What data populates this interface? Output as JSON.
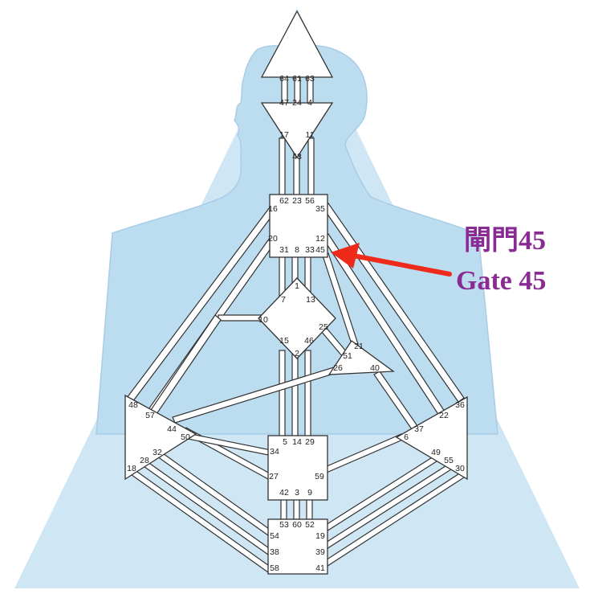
{
  "colors": {
    "background_triangle": "#cfe6f4",
    "silhouette": "#bcdcef",
    "center_fill": "#ffffff",
    "channel_fill": "#ffffff",
    "channel_shadow": "#9cc7e3",
    "outline": "#333333",
    "arrow": "#ee2a1b",
    "callout_text": "#8a2b93"
  },
  "callout": {
    "label_cn": "閘門45",
    "label_en": "Gate 45",
    "target_gate": "45"
  },
  "centers": [
    {
      "id": "head",
      "gates": [
        "64",
        "61",
        "63"
      ]
    },
    {
      "id": "ajna",
      "gates": [
        "47",
        "24",
        "4",
        "17",
        "43",
        "11"
      ]
    },
    {
      "id": "throat",
      "gates": [
        "62",
        "23",
        "56",
        "16",
        "35",
        "20",
        "12",
        "31",
        "8",
        "33",
        "45"
      ]
    },
    {
      "id": "g-center",
      "gates": [
        "1",
        "7",
        "13",
        "10",
        "25",
        "15",
        "46",
        "2"
      ]
    },
    {
      "id": "ego",
      "gates": [
        "21",
        "51",
        "26",
        "40"
      ]
    },
    {
      "id": "spleen",
      "gates": [
        "48",
        "57",
        "44",
        "50",
        "32",
        "28",
        "18"
      ]
    },
    {
      "id": "sacral",
      "gates": [
        "5",
        "14",
        "29",
        "34",
        "27",
        "59",
        "42",
        "3",
        "9"
      ]
    },
    {
      "id": "solar-plexus",
      "gates": [
        "36",
        "22",
        "37",
        "6",
        "49",
        "55",
        "30"
      ]
    },
    {
      "id": "root",
      "gates": [
        "53",
        "60",
        "52",
        "54",
        "19",
        "38",
        "39",
        "58",
        "41"
      ]
    }
  ],
  "gates": [
    {
      "n": "64"
    },
    {
      "n": "61"
    },
    {
      "n": "63"
    },
    {
      "n": "47"
    },
    {
      "n": "24"
    },
    {
      "n": "4"
    },
    {
      "n": "17"
    },
    {
      "n": "11"
    },
    {
      "n": "43"
    },
    {
      "n": "62"
    },
    {
      "n": "23"
    },
    {
      "n": "56"
    },
    {
      "n": "16"
    },
    {
      "n": "35"
    },
    {
      "n": "20"
    },
    {
      "n": "12"
    },
    {
      "n": "31"
    },
    {
      "n": "8"
    },
    {
      "n": "33"
    },
    {
      "n": "45"
    },
    {
      "n": "1"
    },
    {
      "n": "7"
    },
    {
      "n": "13"
    },
    {
      "n": "10"
    },
    {
      "n": "25"
    },
    {
      "n": "15"
    },
    {
      "n": "46"
    },
    {
      "n": "2"
    },
    {
      "n": "21"
    },
    {
      "n": "51"
    },
    {
      "n": "26"
    },
    {
      "n": "40"
    },
    {
      "n": "48"
    },
    {
      "n": "57"
    },
    {
      "n": "44"
    },
    {
      "n": "50"
    },
    {
      "n": "32"
    },
    {
      "n": "28"
    },
    {
      "n": "18"
    },
    {
      "n": "36"
    },
    {
      "n": "22"
    },
    {
      "n": "37"
    },
    {
      "n": "6"
    },
    {
      "n": "49"
    },
    {
      "n": "55"
    },
    {
      "n": "30"
    },
    {
      "n": "5"
    },
    {
      "n": "14"
    },
    {
      "n": "29"
    },
    {
      "n": "34"
    },
    {
      "n": "27"
    },
    {
      "n": "59"
    },
    {
      "n": "42"
    },
    {
      "n": "3"
    },
    {
      "n": "9"
    },
    {
      "n": "53"
    },
    {
      "n": "60"
    },
    {
      "n": "52"
    },
    {
      "n": "54"
    },
    {
      "n": "19"
    },
    {
      "n": "38"
    },
    {
      "n": "39"
    },
    {
      "n": "58"
    },
    {
      "n": "41"
    }
  ]
}
